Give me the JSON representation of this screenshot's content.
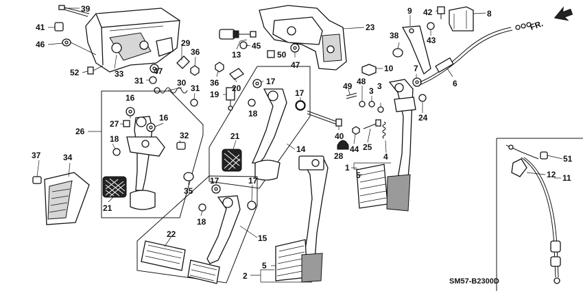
{
  "diagram": {
    "code": "SM57-B2300D",
    "direction_label": "FR.",
    "callouts": {
      "c39": "39",
      "c41": "41",
      "c46": "46",
      "c52": "52",
      "c33": "33",
      "c31a": "31",
      "c47a": "47",
      "c29": "29",
      "c36a": "36",
      "c30": "30",
      "c31b": "31",
      "c26": "26",
      "c16a": "16",
      "c27": "27",
      "c16b": "16",
      "c18a": "18",
      "c32": "32",
      "c21a": "21",
      "c37": "37",
      "c34": "34",
      "c35": "35",
      "c13": "13",
      "c45": "45",
      "c50": "50",
      "c47b": "47",
      "c23": "23",
      "c36b": "36",
      "c20": "20",
      "c19": "19",
      "c17a": "17",
      "c18b": "18",
      "c17b": "17",
      "c21b": "21",
      "c14": "14",
      "c40": "40",
      "c28": "28",
      "c44": "44",
      "c25": "25",
      "c4": "4",
      "c17c": "17",
      "c17d": "17",
      "c18c": "18",
      "c22": "22",
      "c15": "15",
      "c9": "9",
      "c42": "42",
      "c8": "8",
      "c43": "43",
      "c38": "38",
      "c10": "10",
      "c7": "7",
      "c6": "6",
      "c49": "49",
      "c48": "48",
      "c3a": "3",
      "c3b": "3",
      "c24": "24",
      "c1": "1",
      "c5a": "5",
      "c5b": "5",
      "c2": "2",
      "c51": "51",
      "c12": "12",
      "c11": "11"
    }
  }
}
